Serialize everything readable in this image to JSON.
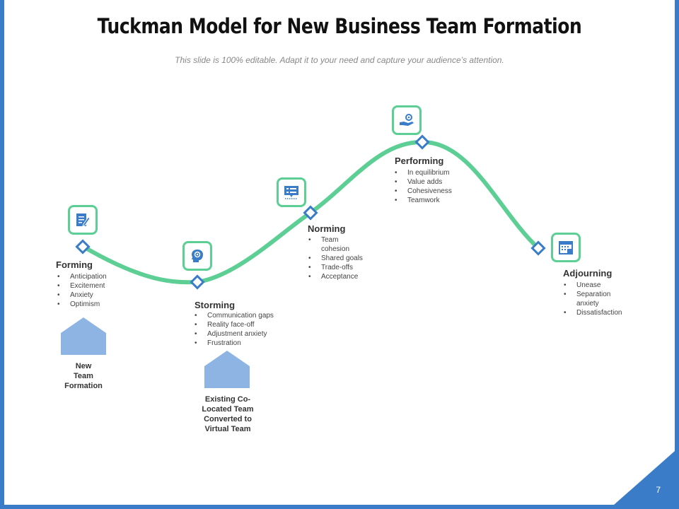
{
  "slide": {
    "title": "Tuckman Model for New Business Team Formation",
    "subtitle": "This slide is 100% editable. Adapt it to your need and capture your audience’s attention.",
    "page_number": "7"
  },
  "colors": {
    "curve": "#5dcf95",
    "marker": "#3a7cc8",
    "house": "#8db4e2",
    "frame": "#3a7cc8"
  },
  "stages": [
    {
      "id": "forming",
      "title": "Forming",
      "icon": "document-edit-icon",
      "bullets": [
        "Anticipation",
        "Excitement",
        "Anxiety",
        "Optimism"
      ]
    },
    {
      "id": "storming",
      "title": "Storming",
      "icon": "head-gear-icon",
      "bullets": [
        "Communication gaps",
        "Reality face-off",
        "Adjustment anxiety",
        "Frustration"
      ]
    },
    {
      "id": "norming",
      "title": "Norming",
      "icon": "presentation-board-icon",
      "bullets": [
        "Team",
        "cohesion",
        "Shared goals",
        "Trade-offs",
        "Acceptance"
      ]
    },
    {
      "id": "performing",
      "title": "Performing",
      "icon": "hand-gear-icon",
      "bullets": [
        "In equilibrium",
        "Value adds",
        "Cohesiveness",
        "Teamwork"
      ]
    },
    {
      "id": "adjourning",
      "title": "Adjourning",
      "icon": "calendar-icon",
      "bullets": [
        "Unease",
        "Separation",
        "anxiety",
        "Dissatisfaction"
      ]
    }
  ],
  "houses": [
    {
      "label_lines": [
        "New",
        "Team",
        "Formation"
      ]
    },
    {
      "label_lines": [
        "Existing Co-",
        "Located Team",
        "Converted to",
        "Virtual Team"
      ]
    }
  ]
}
